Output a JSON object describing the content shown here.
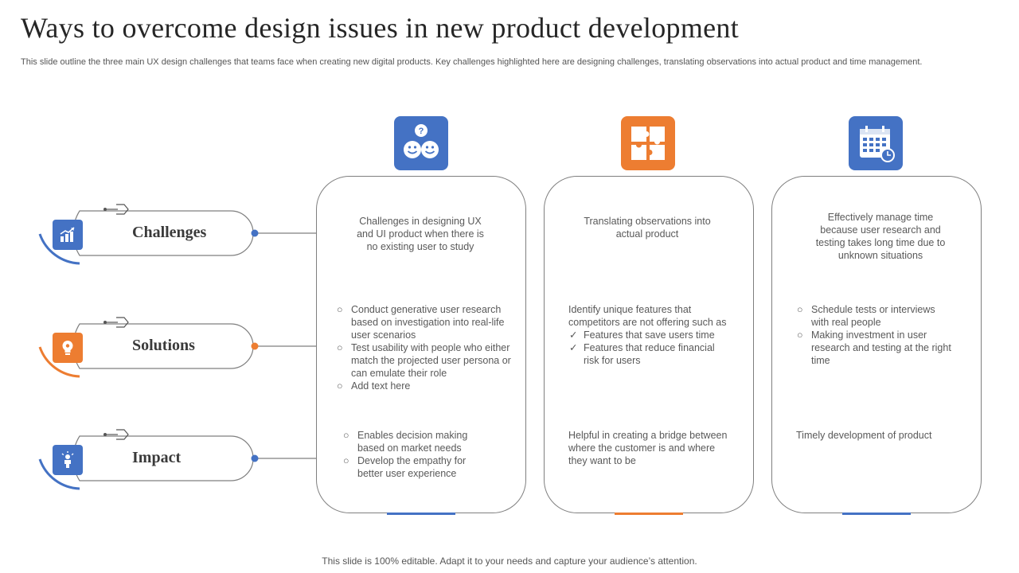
{
  "header": {
    "title": "Ways to overcome design issues in new product development",
    "subtitle": "This slide outline the three main UX design challenges that teams face when creating new digital products. Key challenges highlighted here are designing challenges, translating observations into actual product and time management."
  },
  "rows": [
    {
      "label": "Challenges",
      "icon": "chart-growth-icon",
      "color": "#4472c4"
    },
    {
      "label": "Solutions",
      "icon": "lightbulb-gear-icon",
      "color": "#ed7d31"
    },
    {
      "label": "Impact",
      "icon": "person-idea-icon",
      "color": "#4472c4"
    }
  ],
  "columns": [
    {
      "icon": "people-question-icon",
      "color": "#4472c4",
      "challenge": "Challenges in designing UX and UI product when there is no existing user to study",
      "solution_items": [
        "Conduct generative user research based on investigation into real-life user scenarios",
        "Test usability with people who either match the projected user persona or can emulate their role",
        "Add text here"
      ],
      "impact_items": [
        "Enables decision making based on market needs",
        "Develop the empathy for better user experience"
      ]
    },
    {
      "icon": "puzzle-icon",
      "color": "#ed7d31",
      "challenge": "Translating observations into actual product",
      "solution_intro": "Identify unique features that competitors are not offering such as",
      "solution_items": [
        "Features that save users time",
        "Features that reduce financial risk for users"
      ],
      "impact": "Helpful in creating a bridge between where the customer is and where they want to be"
    },
    {
      "icon": "calendar-clock-icon",
      "color": "#4472c4",
      "challenge": "Effectively manage time because user research and testing takes long time due to unknown situations",
      "solution_items": [
        "Schedule tests or interviews with real people",
        "Making investment in user research and testing at the right time"
      ],
      "impact": "Timely development of product"
    }
  ],
  "bullets": {
    "circle": "○",
    "check": "✓"
  },
  "footer": "This slide is 100% editable. Adapt it to your needs and capture your audience’s attention."
}
